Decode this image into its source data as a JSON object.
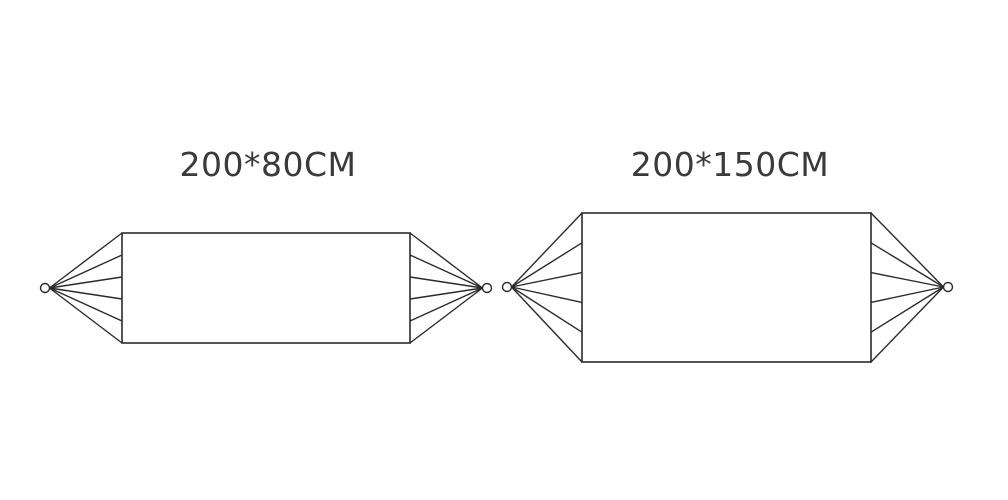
{
  "hammocks": [
    {
      "id": "small",
      "label": "200*80CM",
      "string_count": 6
    },
    {
      "id": "large",
      "label": "200*150CM",
      "string_count": 6
    }
  ],
  "colors": {
    "text": "#3a3a3a",
    "stroke": "#2b2b2b",
    "background": "#ffffff"
  }
}
